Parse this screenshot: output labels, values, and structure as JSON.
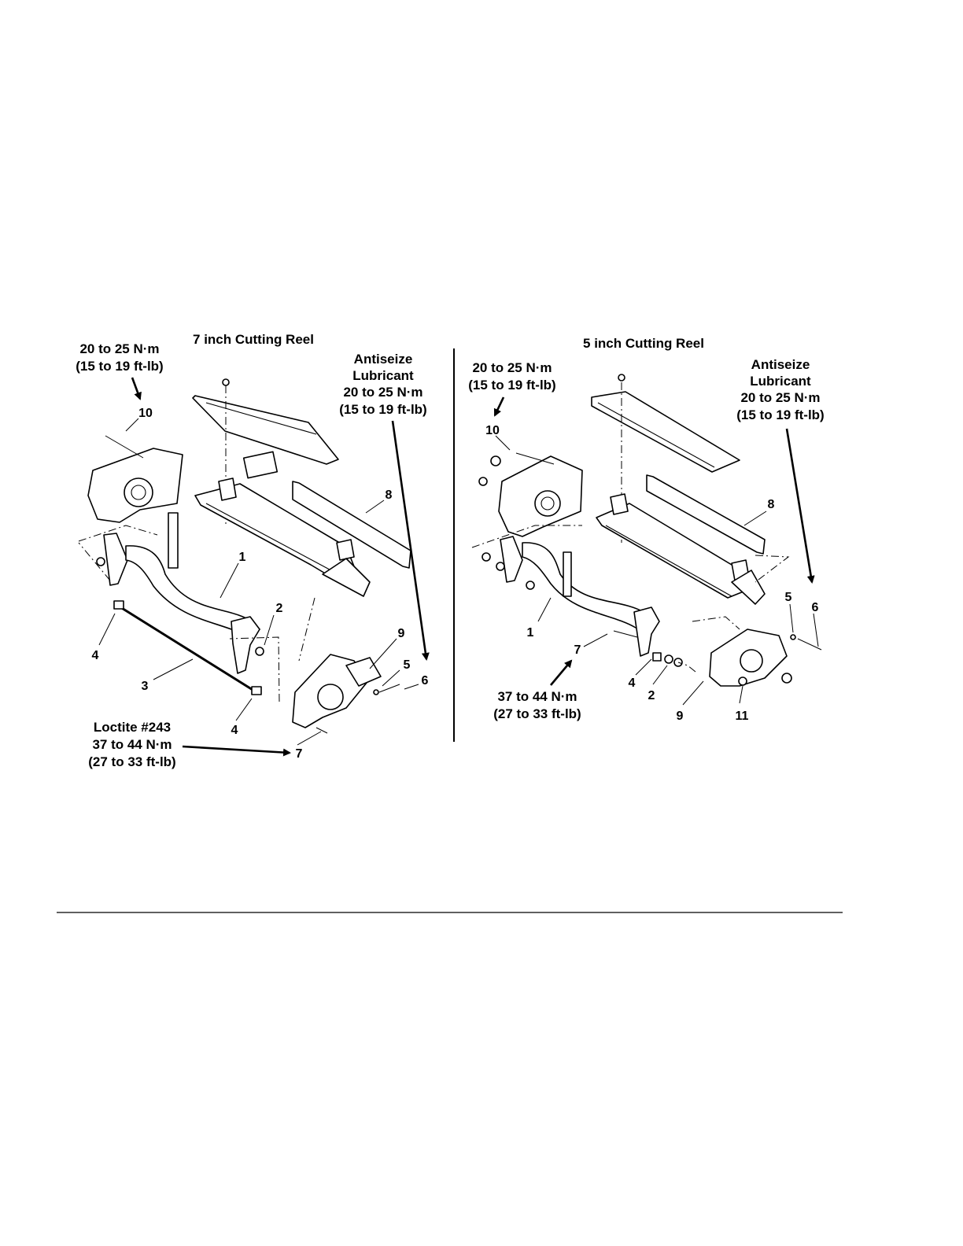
{
  "left": {
    "title": "7 inch Cutting Reel",
    "torque_a": [
      "20 to 25 N·m",
      "(15 to 19 ft-lb)"
    ],
    "antiseize": [
      "Antiseize",
      "Lubricant",
      "20 to 25 N·m",
      "(15 to 19 ft-lb)"
    ],
    "loctite": [
      "Loctite #243",
      "37 to 44 N·m",
      "(27 to 33 ft-lb)"
    ],
    "callouts": [
      "1",
      "2",
      "3",
      "4",
      "4",
      "5",
      "6",
      "7",
      "8",
      "9",
      "10"
    ]
  },
  "right": {
    "title": "5 inch Cutting Reel",
    "torque_a": [
      "20 to 25 N·m",
      "(15 to 19 ft-lb)"
    ],
    "antiseize": [
      "Antiseize",
      "Lubricant",
      "20 to 25 N·m",
      "(15 to 19 ft-lb)"
    ],
    "torque_b": [
      "37 to 44 N·m",
      "(27 to 33 ft-lb)"
    ],
    "callouts": [
      "1",
      "2",
      "4",
      "5",
      "6",
      "7",
      "8",
      "9",
      "10",
      "11"
    ]
  }
}
